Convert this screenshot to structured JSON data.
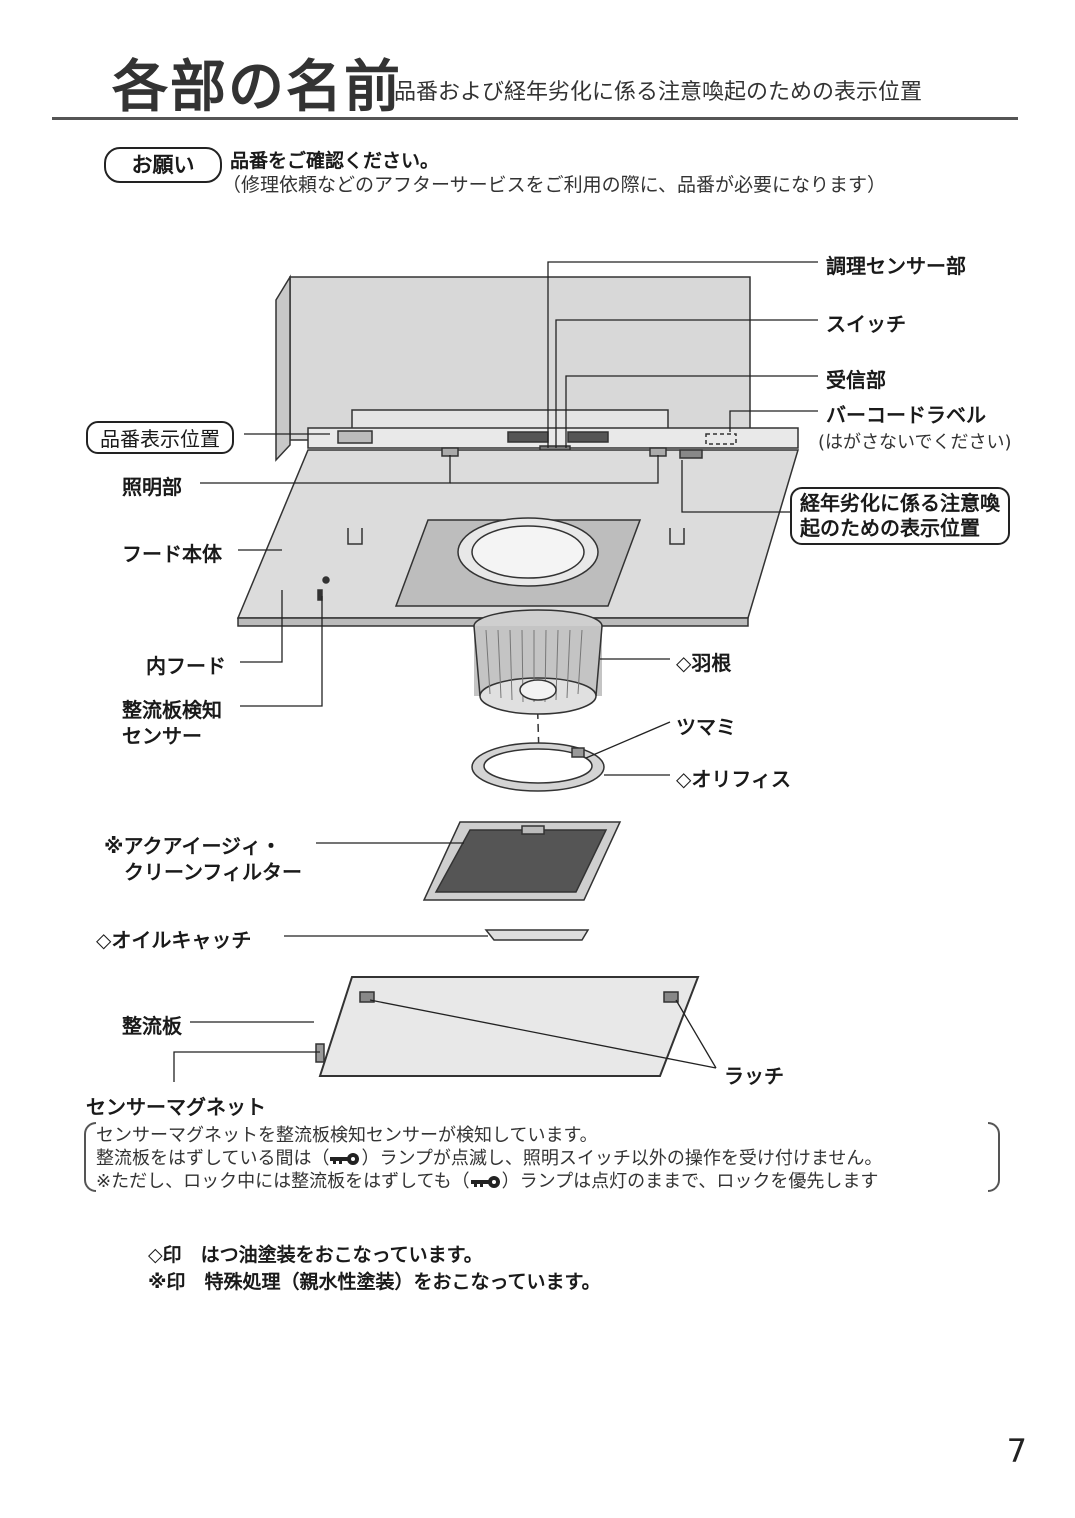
{
  "header": {
    "title": "各部の名前",
    "subtitle": "品番および経年劣化に係る注意喚起のための表示位置"
  },
  "notice": {
    "badge": "お願い",
    "heading": "品番をご確認ください。",
    "detail": "（修理依頼などのアフターサービスをご利用の際に、品番が必要になります）"
  },
  "parts": {
    "cooking_sensor": "調理センサー部",
    "switch": "スイッチ",
    "receiver": "受信部",
    "barcode_label": "バーコードラベル",
    "barcode_note": "(はがさないでください)",
    "model_number_position": "品番表示位置",
    "lighting": "照明部",
    "aging_notice_line1": "経年劣化に係る注意喚",
    "aging_notice_line2": "起のための表示位置",
    "hood_body": "フード本体",
    "inner_hood": "内フード",
    "rectifier_sensor_line1": "整流板検知",
    "rectifier_sensor_line2": "センサー",
    "fan": "◇羽根",
    "knob": "ツマミ",
    "orifice": "◇オリフィス",
    "filter_line1": "※アクアイージィ・",
    "filter_line2": "クリーンフィルター",
    "oil_catch": "◇オイルキャッチ",
    "rectifier_plate": "整流板",
    "latch": "ラッチ",
    "sensor_magnet": "センサーマグネット"
  },
  "sensor_notes": {
    "line1": "センサーマグネットを整流板検知センサーが検知しています。",
    "line2a": "整流板をはずしている間は（",
    "line2b": "）ランプが点滅し、照明スイッチ以外の操作を受け付けません。",
    "line3a": "※ただし、ロック中には整流板をはずしても（",
    "line3b": "）ランプは点灯のままで、ロックを優先します"
  },
  "legend": {
    "diamond": "◇印　はつ油塗装をおこなっています。",
    "asterisk": "※印　特殊処理（親水性塗装）をおこなっています。"
  },
  "page_number": "7"
}
